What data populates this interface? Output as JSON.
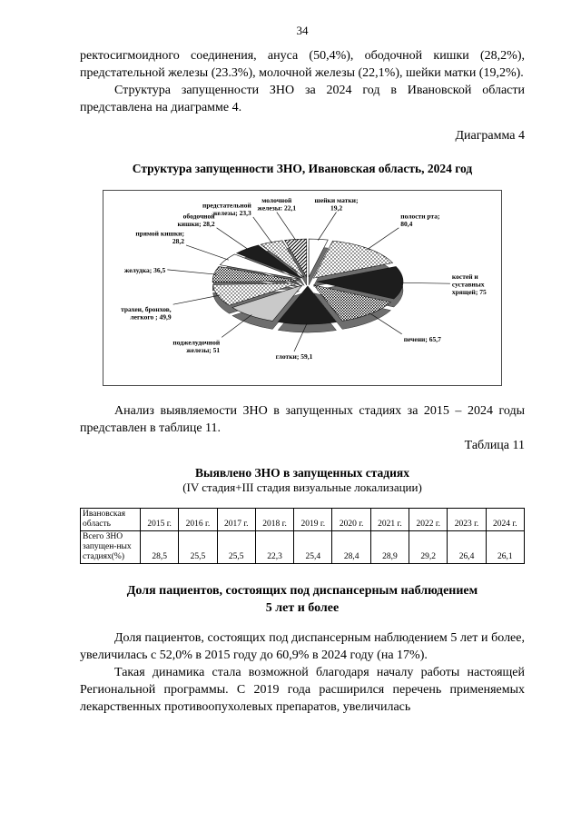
{
  "page": {
    "number": "34"
  },
  "paragraphs": {
    "p1": "ректосигмоидного соединения, ануса (50,4%), ободочной кишки (28,2%), предстательной железы (23.3%), молочной железы (22,1%), шейки матки (19,2%).",
    "p2": "Структура запущенности ЗНО за 2024 год в Ивановской области представлена на диаграмме 4.",
    "diagram_caption": "Диаграмма 4",
    "chart_title": "Структура запущенности ЗНО, Ивановская область, 2024 год",
    "p3": "Анализ выявляемости ЗНО в запущенных стадиях за 2015 – 2024 годы представлен в таблице 11.",
    "table_caption": "Таблица 11",
    "table_title": "Выявлено ЗНО в запущенных стадиях",
    "table_subtitle": "(IV стадия+III стадия визуальные локализации)",
    "section_heading_line1": "Доля пациентов, состоящих под диспансерным наблюдением",
    "section_heading_line2": "5 лет и более",
    "p4": "Доля пациентов, состоящих под диспансерным наблюдением 5 лет и более, увеличилась с 52,0% в 2015 году до 60,9% в 2024 году (на 17%).",
    "p5": "Такая динамика стала возможной благодаря началу работы настоящей Региональной программы. С 2019 года расширился перечень применяемых лекарственных противоопухолевых препаратов, увеличилась"
  },
  "chart_data": {
    "type": "pie",
    "title": "Структура запущенности ЗНО, Ивановская область, 2024 год",
    "layout": "exploded-3d-pie, labels with leader lines, no legend",
    "categories": [
      "шейки матки",
      "полости рта",
      "костей и суставных хрящей",
      "печени",
      "глотки",
      "поджелудочной железы",
      "трахеи, бронхов, легкого",
      "желудка",
      "прямой кишки",
      "ободочной кишки",
      "предстательной железы",
      "молочной железы"
    ],
    "values": [
      19.2,
      80.4,
      75,
      65.7,
      59.1,
      51,
      49.9,
      36.5,
      28.2,
      28.2,
      23.3,
      22.1
    ],
    "slices": [
      {
        "name": "шейки матки",
        "value": 19.2,
        "label_lines": [
          "шейки матки;",
          "19,2"
        ],
        "pattern": "white"
      },
      {
        "name": "полости рта",
        "value": 80.4,
        "label_lines": [
          "полости рта;",
          "80,4"
        ],
        "pattern": "dots"
      },
      {
        "name": "костей и суставных хрящей",
        "value": 75,
        "label_lines": [
          "костей и",
          "суставных",
          "хрящей; 75"
        ],
        "pattern": "black"
      },
      {
        "name": "печени",
        "value": 65.7,
        "label_lines": [
          "печени; 65,7"
        ],
        "pattern": "dense-dots"
      },
      {
        "name": "глотки",
        "value": 59.1,
        "label_lines": [
          "глотки; 59,1"
        ],
        "pattern": "black"
      },
      {
        "name": "поджелудочной железы",
        "value": 51,
        "label_lines": [
          "поджелудочной",
          "железы; 51"
        ],
        "pattern": "lightgray"
      },
      {
        "name": "трахеи, бронхов, легкого",
        "value": 49.9,
        "label_lines": [
          "трахеи, бронхов,",
          "легкого ; 49,9"
        ],
        "pattern": "dots"
      },
      {
        "name": "желудка",
        "value": 36.5,
        "label_lines": [
          "желудка; 36,5"
        ],
        "pattern": "dense-dots"
      },
      {
        "name": "прямой кишки",
        "value": 28.2,
        "label_lines": [
          "прямой кишки;",
          "28,2"
        ],
        "pattern": "white"
      },
      {
        "name": "ободочной кишки",
        "value": 28.2,
        "label_lines": [
          "ободочной",
          "кишки; 28,2"
        ],
        "pattern": "black"
      },
      {
        "name": "предстательной железы",
        "value": 23.3,
        "label_lines": [
          "предстательной",
          "железы; 23,3"
        ],
        "pattern": "dots"
      },
      {
        "name": "молочной железы",
        "value": 22.1,
        "label_lines": [
          "молочной",
          "железы: 22,1"
        ],
        "pattern": "hatch"
      }
    ]
  },
  "table": {
    "corner": "Ивановская область",
    "row_label": "Всего ЗНО запущен-ных стадиях(%)",
    "years": [
      "2015 г.",
      "2016 г.",
      "2017 г.",
      "2018 г.",
      "2019 г.",
      "2020 г.",
      "2021 г.",
      "2022 г.",
      "2023 г.",
      "2024 г."
    ],
    "values": [
      "28,5",
      "25,5",
      "25,5",
      "22,3",
      "25,4",
      "28,4",
      "28,9",
      "29,2",
      "26,4",
      "26,1"
    ]
  },
  "colors": {
    "ink": "#000000",
    "pie_depth": "#6e6e6e",
    "box_border": "#4a4a4a"
  }
}
